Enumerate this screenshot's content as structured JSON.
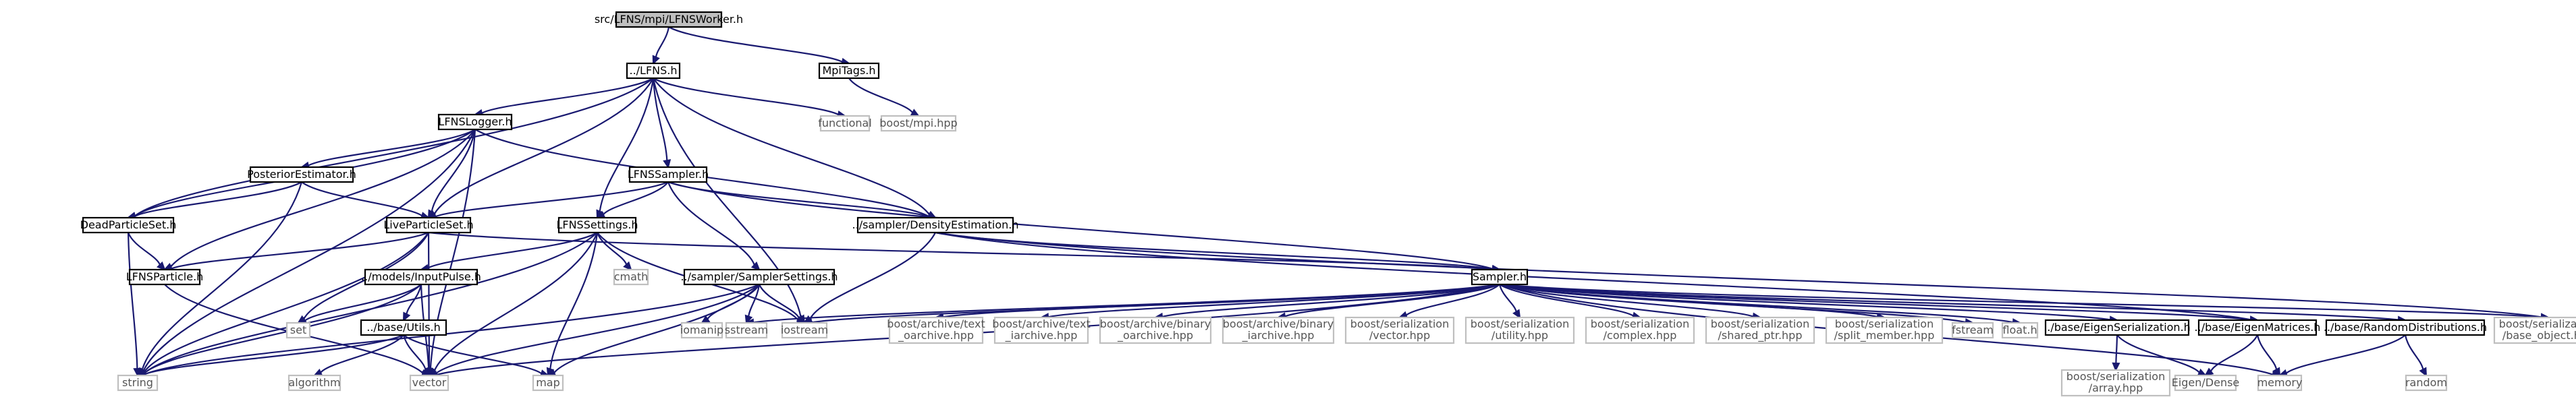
{
  "diagram": {
    "nodes": [
      {
        "id": "root",
        "lines": [
          "src/LFNS/mpi/LFNSWorker.h"
        ],
        "kind": "root"
      },
      {
        "id": "mpitags",
        "lines": [
          "MpiTags.h"
        ],
        "kind": "file"
      },
      {
        "id": "boostmpi",
        "lines": [
          "boost/mpi.hpp"
        ],
        "kind": "leaf"
      },
      {
        "id": "lfns",
        "lines": [
          "../LFNS.h"
        ],
        "kind": "file"
      },
      {
        "id": "functional",
        "lines": [
          "functional"
        ],
        "kind": "leaf"
      },
      {
        "id": "logger",
        "lines": [
          "LFNSLogger.h"
        ],
        "kind": "file"
      },
      {
        "id": "posterior",
        "lines": [
          "PosteriorEstimator.h"
        ],
        "kind": "file"
      },
      {
        "id": "sampler",
        "lines": [
          "LFNSSampler.h"
        ],
        "kind": "file"
      },
      {
        "id": "dead",
        "lines": [
          "DeadParticleSet.h"
        ],
        "kind": "file"
      },
      {
        "id": "live",
        "lines": [
          "LiveParticleSet.h"
        ],
        "kind": "file"
      },
      {
        "id": "settings",
        "lines": [
          "LFNSSettings.h"
        ],
        "kind": "file"
      },
      {
        "id": "density",
        "lines": [
          "../sampler/DensityEstimation.h"
        ],
        "kind": "file"
      },
      {
        "id": "particle",
        "lines": [
          "LFNSParticle.h"
        ],
        "kind": "file"
      },
      {
        "id": "inputpulse",
        "lines": [
          "../models/InputPulse.h"
        ],
        "kind": "file"
      },
      {
        "id": "cmath",
        "lines": [
          "cmath"
        ],
        "kind": "leaf"
      },
      {
        "id": "samplersettings",
        "lines": [
          "../sampler/SamplerSettings.h"
        ],
        "kind": "file"
      },
      {
        "id": "samplerh",
        "lines": [
          "Sampler.h"
        ],
        "kind": "file"
      },
      {
        "id": "set",
        "lines": [
          "set"
        ],
        "kind": "leaf"
      },
      {
        "id": "utils",
        "lines": [
          "../base/Utils.h"
        ],
        "kind": "file"
      },
      {
        "id": "iomanip",
        "lines": [
          "iomanip"
        ],
        "kind": "leaf"
      },
      {
        "id": "sstream",
        "lines": [
          "sstream"
        ],
        "kind": "leaf"
      },
      {
        "id": "iostream",
        "lines": [
          "iostream"
        ],
        "kind": "leaf"
      },
      {
        "id": "text_oarchive",
        "lines": [
          "boost/archive/text",
          "_oarchive.hpp"
        ],
        "kind": "leaf"
      },
      {
        "id": "text_iarchive",
        "lines": [
          "boost/archive/text",
          "_iarchive.hpp"
        ],
        "kind": "leaf"
      },
      {
        "id": "binary_oarchive",
        "lines": [
          "boost/archive/binary",
          "_oarchive.hpp"
        ],
        "kind": "leaf"
      },
      {
        "id": "binary_iarchive",
        "lines": [
          "boost/archive/binary",
          "_iarchive.hpp"
        ],
        "kind": "leaf"
      },
      {
        "id": "ser_vector",
        "lines": [
          "boost/serialization",
          "/vector.hpp"
        ],
        "kind": "leaf"
      },
      {
        "id": "ser_utility",
        "lines": [
          "boost/serialization",
          "/utility.hpp"
        ],
        "kind": "leaf"
      },
      {
        "id": "ser_complex",
        "lines": [
          "boost/serialization",
          "/complex.hpp"
        ],
        "kind": "leaf"
      },
      {
        "id": "ser_shared",
        "lines": [
          "boost/serialization",
          "/shared_ptr.hpp"
        ],
        "kind": "leaf"
      },
      {
        "id": "ser_split",
        "lines": [
          "boost/serialization",
          "/split_member.hpp"
        ],
        "kind": "leaf"
      },
      {
        "id": "fstream",
        "lines": [
          "fstream"
        ],
        "kind": "leaf"
      },
      {
        "id": "floath",
        "lines": [
          "float.h"
        ],
        "kind": "leaf"
      },
      {
        "id": "eigenser",
        "lines": [
          "../base/EigenSerialization.h"
        ],
        "kind": "file"
      },
      {
        "id": "eigenmat",
        "lines": [
          "../base/EigenMatrices.h"
        ],
        "kind": "file"
      },
      {
        "id": "randdist",
        "lines": [
          "../base/RandomDistributions.h"
        ],
        "kind": "file"
      },
      {
        "id": "ser_base",
        "lines": [
          "boost/serialization",
          "/base_object.hpp"
        ],
        "kind": "leaf"
      },
      {
        "id": "string",
        "lines": [
          "string"
        ],
        "kind": "leaf"
      },
      {
        "id": "algorithm",
        "lines": [
          "algorithm"
        ],
        "kind": "leaf"
      },
      {
        "id": "vector",
        "lines": [
          "vector"
        ],
        "kind": "leaf"
      },
      {
        "id": "map",
        "lines": [
          "map"
        ],
        "kind": "leaf"
      },
      {
        "id": "ser_array",
        "lines": [
          "boost/serialization",
          "/array.hpp"
        ],
        "kind": "leaf"
      },
      {
        "id": "eigendense",
        "lines": [
          "Eigen/Dense"
        ],
        "kind": "leaf"
      },
      {
        "id": "memory",
        "lines": [
          "memory"
        ],
        "kind": "leaf"
      },
      {
        "id": "random",
        "lines": [
          "random"
        ],
        "kind": "leaf"
      }
    ]
  }
}
